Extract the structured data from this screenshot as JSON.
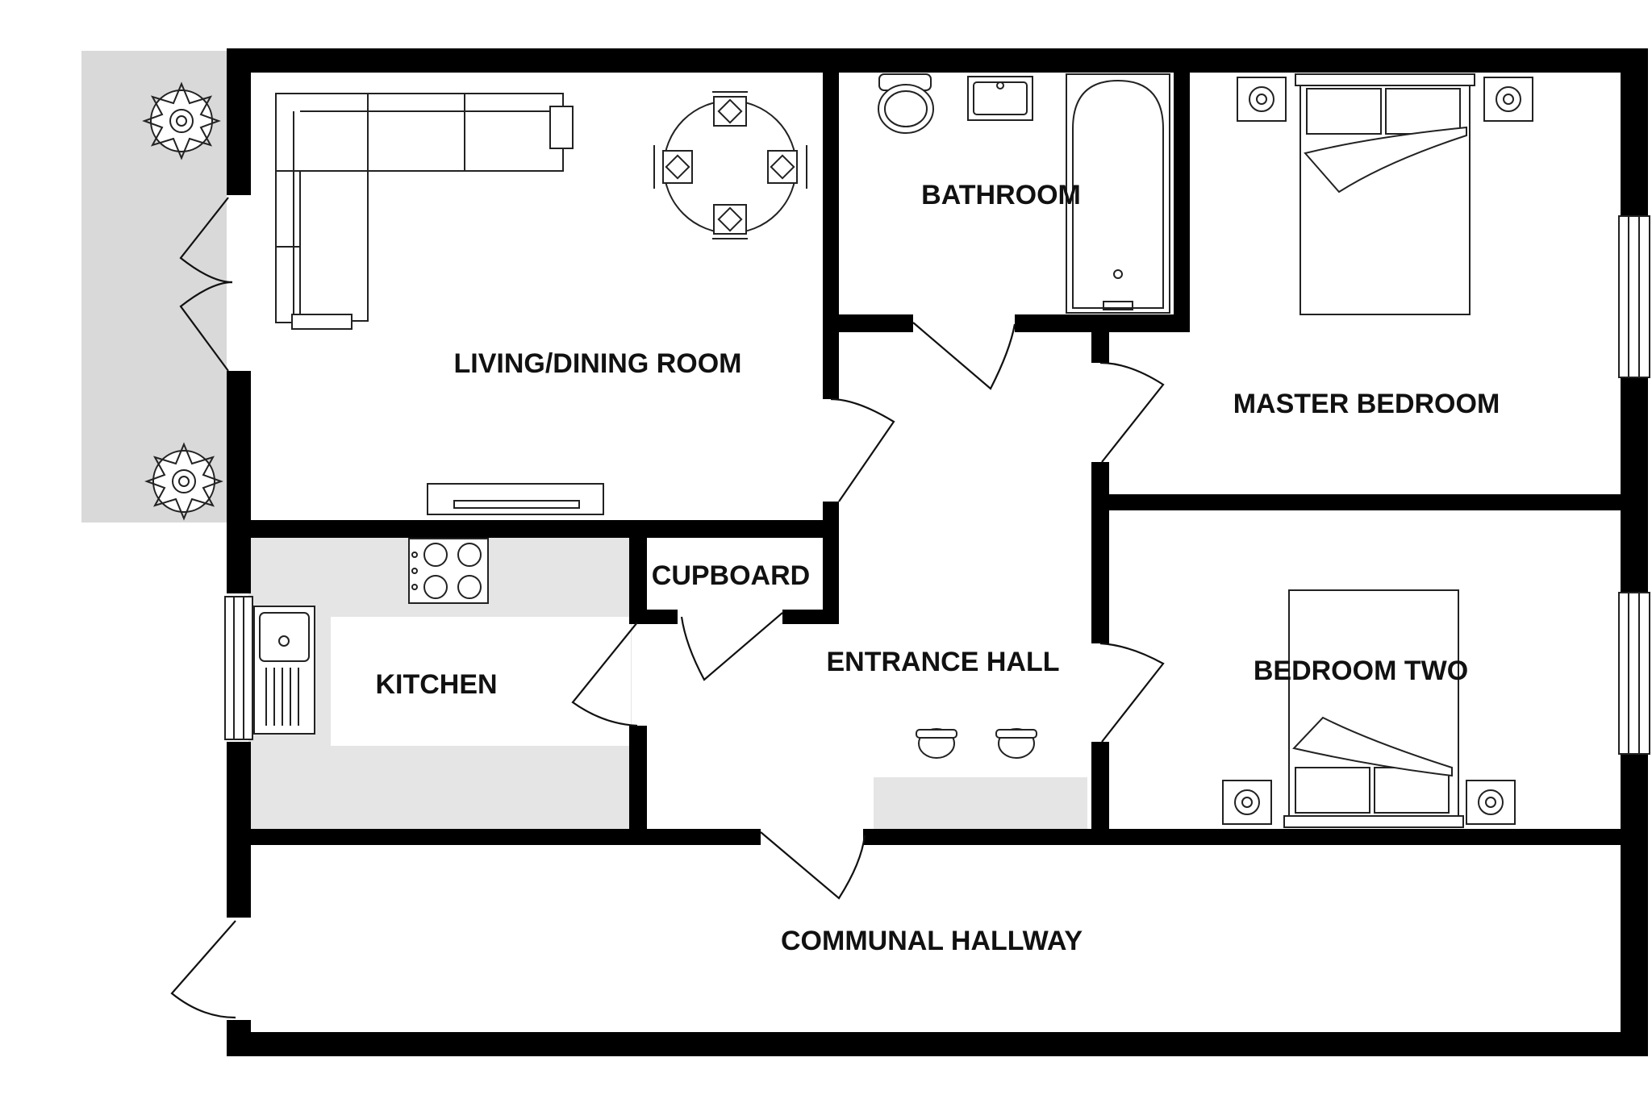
{
  "title": "Floor plan",
  "colors": {
    "wall": "#000000",
    "floor_grey": "#d9d9d9",
    "counter_grey": "#e5e5e5",
    "background": "#ffffff"
  },
  "rooms": {
    "living": "LIVING/DINING ROOM",
    "bathroom": "BATHROOM",
    "master_bedroom": "MASTER BEDROOM",
    "cupboard": "CUPBOARD",
    "kitchen": "KITCHEN",
    "entrance_hall": "ENTRANCE HALL",
    "bedroom_two": "BEDROOM TWO",
    "communal_hallway": "COMMUNAL HALLWAY"
  },
  "icons": [
    "plant-icon",
    "sofa-icon",
    "dining-table-icon",
    "tv-unit-icon",
    "toilet-icon",
    "basin-icon",
    "bathtub-icon",
    "double-bed-icon",
    "bedside-table-icon",
    "hob-icon",
    "sink-icon",
    "stool-icon",
    "door-swing-icon",
    "window-icon"
  ]
}
